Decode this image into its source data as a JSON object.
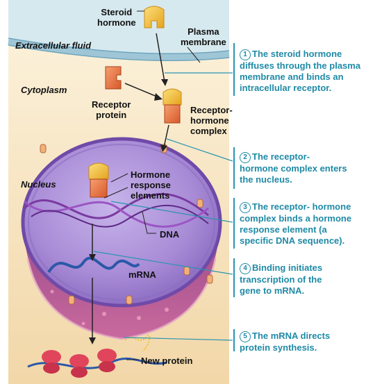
{
  "labels": {
    "steroid_hormone": [
      "Steroid",
      "hormone"
    ],
    "plasma_membrane": [
      "Plasma",
      "membrane"
    ],
    "extracellular_fluid": "Extracellular fluid",
    "cytoplasm": "Cytoplasm",
    "receptor_protein": [
      "Receptor",
      "protein"
    ],
    "receptor_hormone_complex": [
      "Receptor-",
      "hormone",
      "complex"
    ],
    "nucleus": "Nucleus",
    "hormone_response_elements": [
      "Hormone",
      "response",
      "elements"
    ],
    "dna": "DNA",
    "mrna": "mRNA",
    "new_protein": "New protein"
  },
  "steps": [
    {
      "num": "1",
      "lines": [
        "The steroid hormone",
        "diffuses through the plasma",
        "membrane and binds an",
        "intracellular receptor."
      ]
    },
    {
      "num": "2",
      "lines": [
        "The receptor-",
        "hormone complex enters",
        "the nucleus."
      ]
    },
    {
      "num": "3",
      "lines": [
        "The receptor- hormone",
        "complex binds a hormone",
        "response element  (a",
        "specific DNA sequence)."
      ]
    },
    {
      "num": "4",
      "lines": [
        "Binding initiates",
        "transcription of the",
        "gene to mRNA."
      ]
    },
    {
      "num": "5",
      "lines": [
        "The mRNA directs",
        "protein synthesis."
      ]
    }
  ],
  "colors": {
    "step_text": "#1f8aa6",
    "cytoplasm": "#f6e3bf",
    "extracellular": "#cfe6ee",
    "nucleus": "#8a6cc0",
    "nucleus_side": "#b3558f",
    "hormone": "#f2c033",
    "receptor": "#e8733a",
    "dna_strand": "#7a3aa0",
    "mrna": "#2b58a8",
    "ribosome": "#e0455c"
  }
}
